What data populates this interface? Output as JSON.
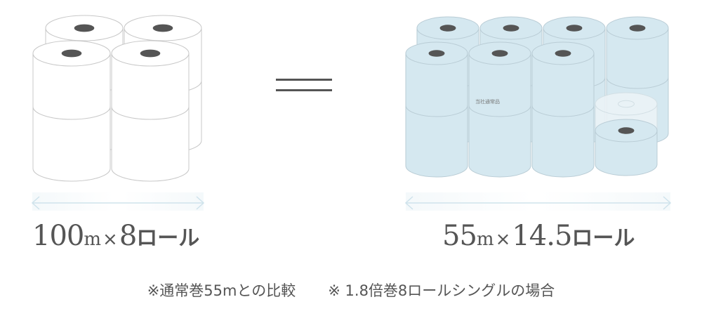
{
  "left": {
    "length": "100",
    "unit": "m",
    "times": "×",
    "count": "8",
    "roll_word": "ロール"
  },
  "equals_symbol": "=",
  "right": {
    "length": "55",
    "unit": "m",
    "times": "×",
    "count": "14.5",
    "roll_word": "ロール",
    "product_tag": "当社通常品"
  },
  "notes": {
    "note1": "※通常巻55mとの比較",
    "note2": "※ 1.8倍巻8ロールシングルの場合"
  },
  "colors": {
    "left_roll_fill": "#ffffff",
    "left_roll_stroke": "#c8c8c8",
    "right_roll_fill": "#d5e8f0",
    "right_roll_stroke": "#b9ccd5",
    "core": "#555555",
    "arrow": "#cfe3ec",
    "text": "#555555"
  }
}
